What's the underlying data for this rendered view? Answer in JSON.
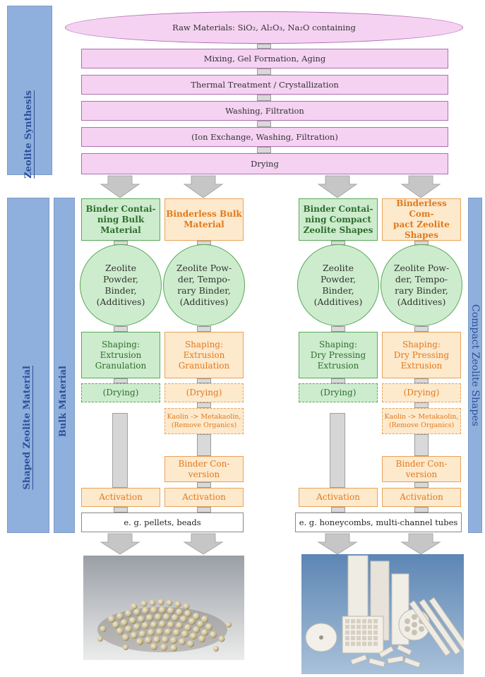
{
  "side_labels": {
    "synthesis": "Zeolite Synthesis",
    "shaped": "Shaped Zeolite Material",
    "bulk": "Bulk Material",
    "compact": "Compact Zeolite Shapes"
  },
  "synthesis_steps": {
    "raw": "Raw Materials: SiO₂, Al₂O₃, Na₂O containing",
    "mixing": "Mixing, Gel Formation, Aging",
    "thermal": "Thermal Treatment / Crystallization",
    "washing": "Washing, Filtration",
    "ion": "(Ion Exchange, Washing, Filtration)",
    "drying": "Drying"
  },
  "columns": {
    "c1": {
      "header": "Binder Contai-\nning Bulk\nMaterial",
      "circle": "Zeolite\nPowder,\nBinder,\n(Additives)",
      "shaping": "Shaping:\nExtrusion\nGranulation",
      "drying": "(Drying)",
      "activation": "Activation"
    },
    "c2": {
      "header": "Binderless Bulk\nMaterial",
      "circle": "Zeolite Pow-\nder, Tempo-\nrary Binder,\n(Additives)",
      "shaping": "Shaping:\nExtrusion\nGranulation",
      "drying": "(Drying)",
      "kaolin": "Kaolin -> Metakaolin,\n(Remove Organics)",
      "binder_conv": "Binder Con-\nversion",
      "activation": "Activation"
    },
    "c3": {
      "header": "Binder Contai-\nning Compact\nZeolite Shapes",
      "circle": "Zeolite\nPowder,\nBinder,\n(Additives)",
      "shaping": "Shaping:\nDry Pressing\nExtrusion",
      "drying": "(Drying)",
      "activation": "Activation"
    },
    "c4": {
      "header": "Binderless Com-\npact Zeolite\nShapes",
      "circle": "Zeolite Pow-\nder, Tempo-\nrary Binder,\n(Additives)",
      "shaping": "Shaping:\nDry Pressing\nExtrusion",
      "drying": "(Drying)",
      "kaolin": "Kaolin -> Metakaolin,\n(Remove Organics)",
      "binder_conv": "Binder Con-\nversion",
      "activation": "Activation"
    }
  },
  "products": {
    "bulk_example": "e. g. pellets, beads",
    "compact_example": "e. g. honeycombs, multi-channel tubes"
  },
  "colors": {
    "pink": "#f5d2f2",
    "green": "#cdeccd",
    "orange": "#fde9cc",
    "side_blue": "#8fb0dc"
  }
}
